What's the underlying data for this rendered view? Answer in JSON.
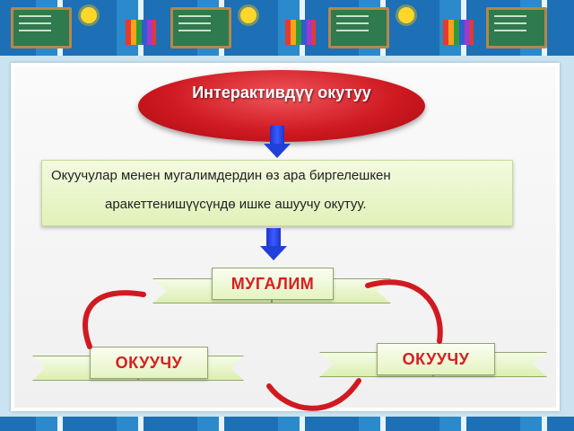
{
  "title": "Интерактивдүү окутуу",
  "description": {
    "line1": "Окуучулар менен  мугалимдердин өз ара биргелешкен",
    "line2": "аракеттенишүүсүндө ишке ашуучу окутуу."
  },
  "roles": {
    "teacher": "МУГАЛИМ",
    "student_left": "ОКУУЧУ",
    "student_right": "ОКУУЧУ"
  },
  "colors": {
    "title_red": "#d01a22",
    "arrow_blue": "#2040d8",
    "curve_red": "#d01a22",
    "label_red": "#d42020",
    "box_green": "#e1f1b9"
  }
}
